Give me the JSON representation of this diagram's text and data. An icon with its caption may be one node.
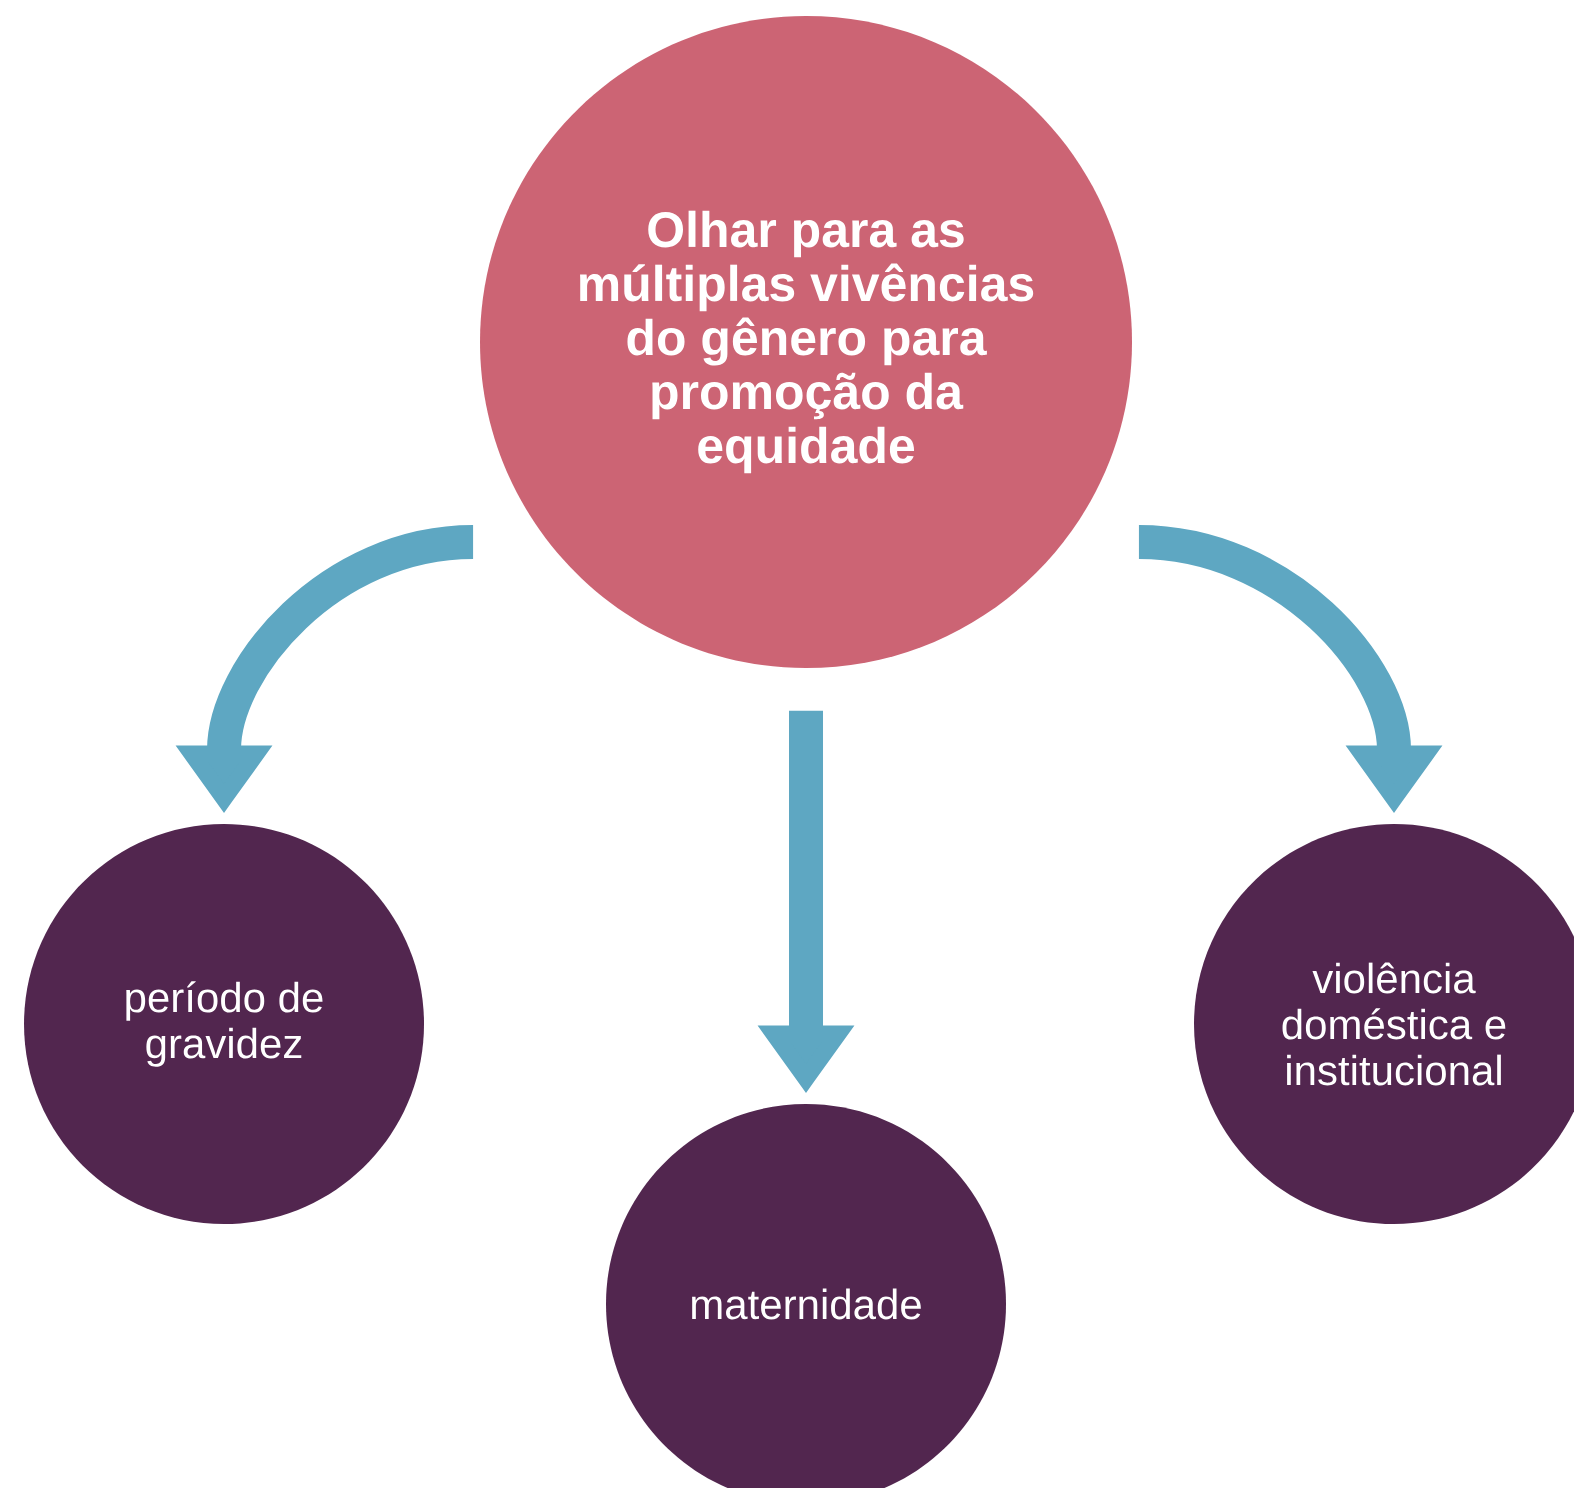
{
  "diagram": {
    "nodes": [
      {
        "text": [
          "Olhar para as múltiplas vivências do gênero para promoção da equidade"
        ]
      },
      {
        "text": [
          "período de gravidez"
        ]
      },
      {
        "text": [
          "maternidade"
        ]
      },
      {
        "text": [
          "violência doméstica e institucional"
        ]
      }
    ],
    "edges": [
      {
        "from": 0,
        "to": 1,
        "arrow": "to"
      },
      {
        "from": 0,
        "to": 2,
        "arrow": "to"
      },
      {
        "from": 0,
        "to": 3,
        "arrow": "to"
      }
    ]
  }
}
